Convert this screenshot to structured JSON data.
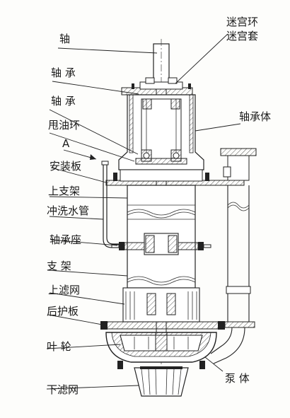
{
  "labels": {
    "shaft": "轴",
    "labyrinth_ring": "迷宫环",
    "labyrinth_sleeve": "迷宫套",
    "bearing_top": "轴 承",
    "bearing_lower": "轴 承",
    "oil_ring": "甩油环",
    "bearing_body": "轴承体",
    "view_a": "A",
    "mounting_plate": "安装板",
    "upper_bracket": "上支架",
    "flush_pipe": "冲洗水管",
    "bearing_seat": "轴承座",
    "bracket": "支 架",
    "upper_filter": "上滤网",
    "rear_guard": "后护板",
    "impeller": "叶 轮",
    "pump_body": "泵 体",
    "lower_filter": "下滤网"
  }
}
